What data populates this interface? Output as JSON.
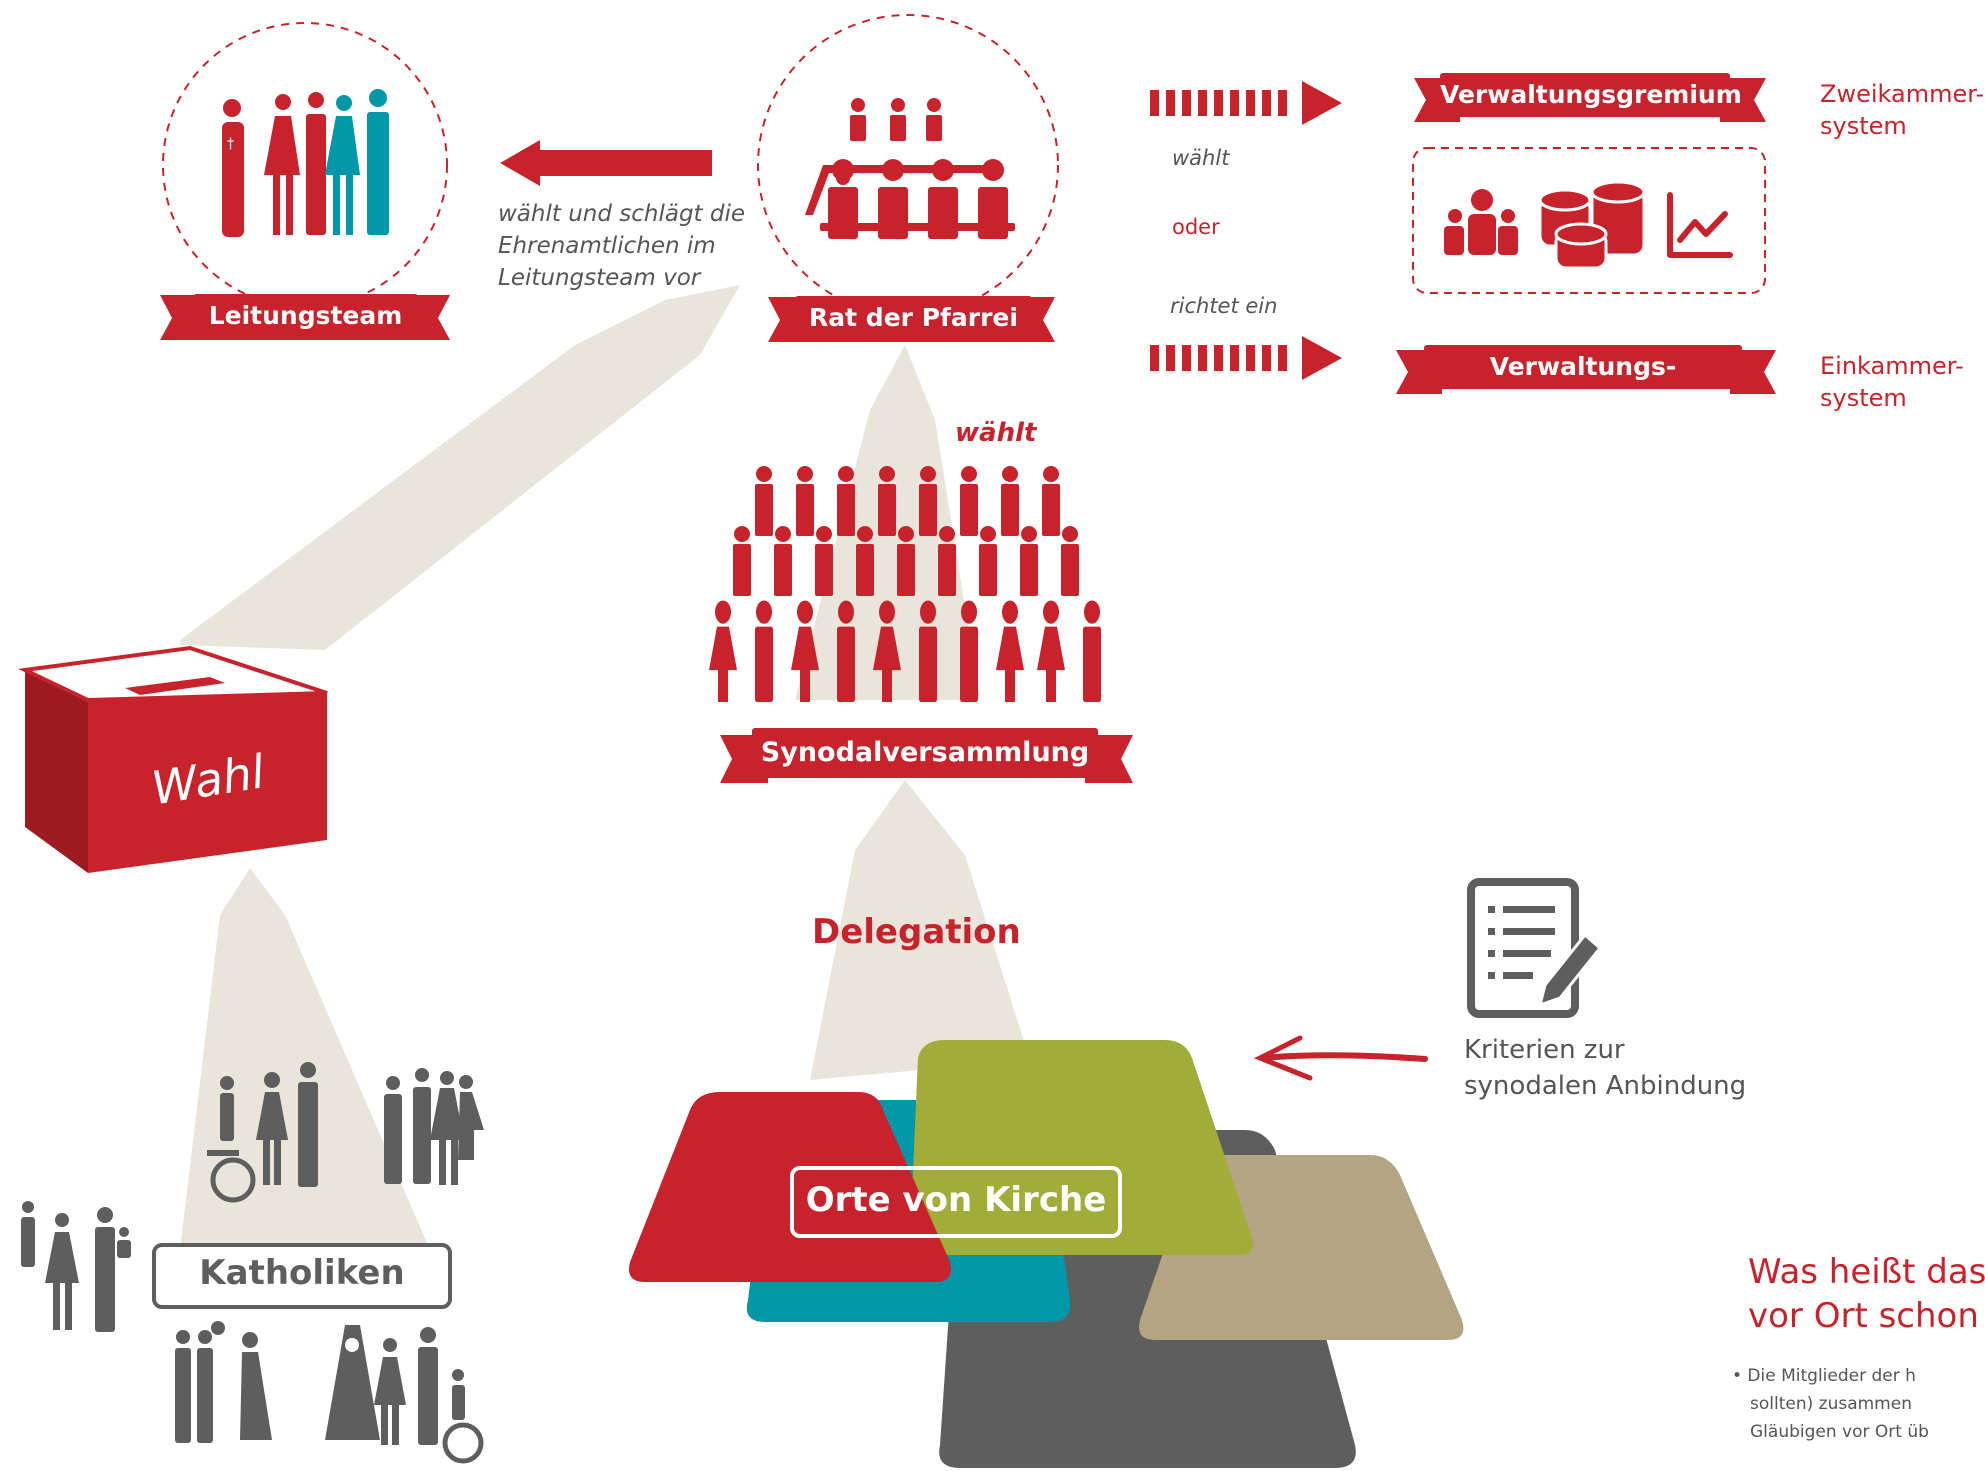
{
  "colors": {
    "red": "#c8232c",
    "teal": "#0098a8",
    "olive": "#a2ad39",
    "tan": "#b3a582",
    "gray": "#5e5e5e",
    "beam": "#e9e5da"
  },
  "nodes": {
    "leitungsteam": "Leitungsteam",
    "rat": "Rat der Pfarrei",
    "synodal": "Synodalversammlung",
    "verwaltungsgremium": "Verwaltungsgremium",
    "ausschuss": "Verwaltungs-Ausschuss",
    "wahl": "Wahl",
    "katholiken": "Katholiken",
    "orte": "Orte von Kirche"
  },
  "labels": {
    "rat_to_team": [
      "wählt und schlägt die",
      "Ehrenamtlichen im",
      "Leitungsteam vor"
    ],
    "waehlt_top": "wählt",
    "oder": "oder",
    "richtet_ein": "richtet ein",
    "waehlt_mid": "wählt",
    "delegation": "Delegation",
    "zweikammer": [
      "Zweikammer-",
      "system"
    ],
    "einkammer": [
      "Einkammer-",
      "system"
    ],
    "kriterien": [
      "Kriterien zur",
      "synodalen Anbindung"
    ],
    "question": [
      "Was heißt das",
      "vor Ort schon j"
    ],
    "bullet": [
      "• Die Mitglieder der h",
      "sollten) zusammen",
      "Gläubigen vor Ort üb"
    ]
  },
  "icons": {
    "team_people": "clergy-and-people-icon",
    "council": "council-table-icon",
    "admin": [
      "group-icon",
      "coins-icon",
      "growth-chart-icon"
    ],
    "assembly": "assembly-people-icon",
    "ballot": "ballot-box-icon",
    "checklist": "checklist-icon",
    "catholics": "people-groups-icon"
  }
}
